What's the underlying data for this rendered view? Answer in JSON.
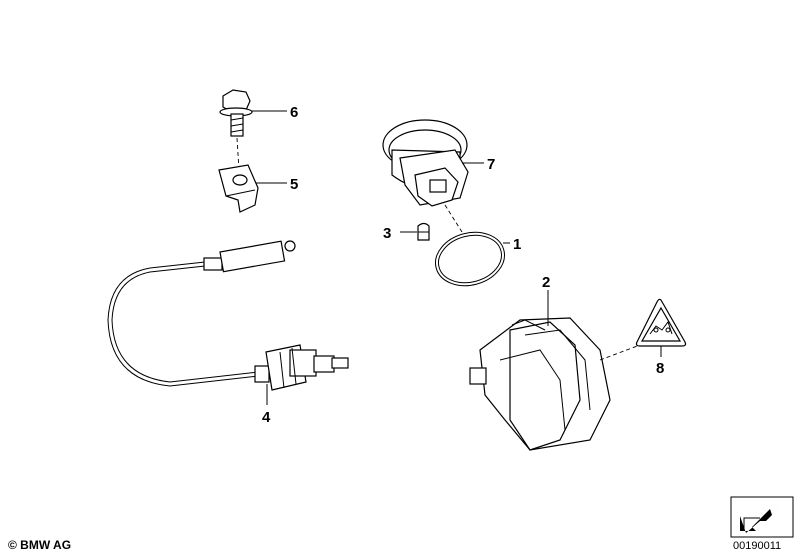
{
  "callouts": {
    "c1": "1",
    "c2": "2",
    "c3": "3",
    "c4": "4",
    "c5": "5",
    "c6": "6",
    "c7": "7",
    "c8": "8"
  },
  "footer": {
    "copyright": "© BMW AG",
    "diagram_number": "00190011"
  }
}
